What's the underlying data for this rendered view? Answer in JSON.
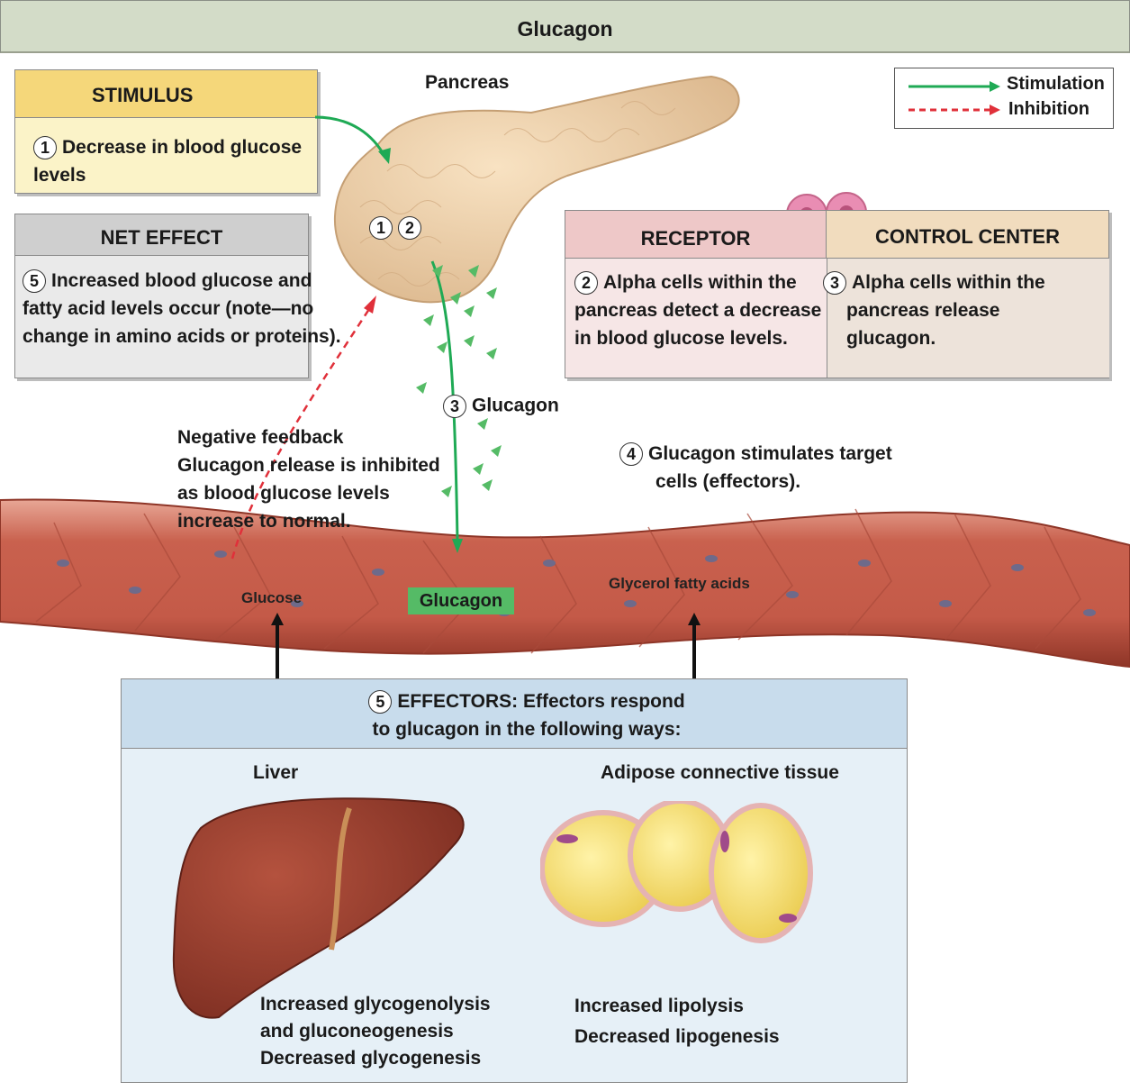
{
  "title": "Glucagon",
  "legend": {
    "stimulation": "Stimulation",
    "inhibition": "Inhibition"
  },
  "stimulus": {
    "header": "STIMULUS",
    "num": "1",
    "text": "Decrease in blood glucose levels"
  },
  "net_effect": {
    "header": "NET EFFECT",
    "num": "5",
    "text": "Increased blood glucose and fatty acid levels occur (note—no change in amino acids or proteins)."
  },
  "receptor": {
    "header": "RECEPTOR",
    "num": "2",
    "text": "Alpha cells within the pancreas detect a decrease in blood glucose levels."
  },
  "control_center": {
    "header": "CONTROL CENTER",
    "num": "3",
    "text": "Alpha cells within the pancreas release glucagon."
  },
  "pancreas": {
    "label": "Pancreas",
    "num1": "1",
    "num2": "2"
  },
  "glucagon_step": {
    "num": "3",
    "label": "Glucagon"
  },
  "negative_feedback": {
    "line1": "Negative feedback",
    "line2": "Glucagon release is inhibited",
    "line3": "as blood glucose levels",
    "line4": "increase to normal."
  },
  "step4": {
    "num": "4",
    "line1": "Glucagon stimulates target",
    "line2": "cells (effectors)."
  },
  "vessel": {
    "glucose": "Glucose",
    "glucagon": "Glucagon",
    "glycerol": "Glycerol fatty acids"
  },
  "effectors": {
    "num": "5",
    "line1": "EFFECTORS: Effectors respond",
    "line2": "to glucagon in the following ways:",
    "liver_label": "Liver",
    "adipose_label": "Adipose connective tissue",
    "liver_effects": [
      "Increased glycogenolysis",
      "and gluconeogenesis",
      "Decreased glycogenesis"
    ],
    "adipose_effects": [
      "Increased lipolysis",
      "Decreased lipogenesis"
    ]
  },
  "colors": {
    "stimulation": "#1faa55",
    "inhibition": "#e0303a",
    "stimulus_hdr": "#f5d77a",
    "stimulus_body": "#fbf3c8",
    "receptor_hdr": "#eec8c8",
    "control_hdr": "#f1dcbe",
    "effector_hdr": "#c8dcec",
    "effector_body": "#e6f0f7",
    "glucagon_tag": "#55bb66"
  }
}
